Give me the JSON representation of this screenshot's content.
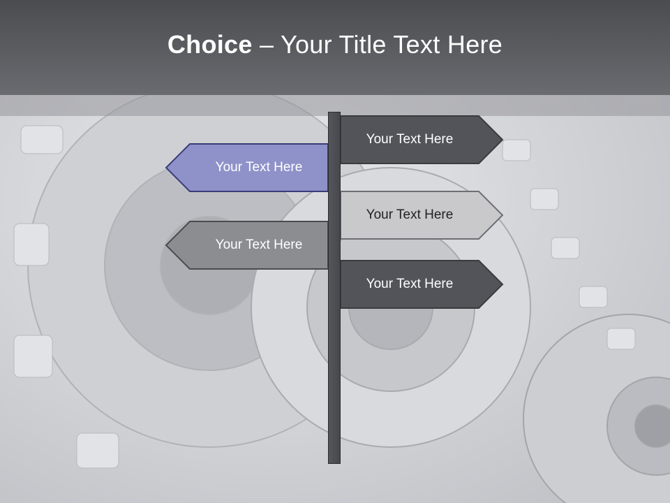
{
  "slide": {
    "title_bold": "Choice",
    "title_rest": " – Your Title Text Here"
  },
  "signs": [
    {
      "label": "Your Text Here",
      "direction": "right",
      "fill": "#53545a"
    },
    {
      "label": "Your Text Here",
      "direction": "left",
      "fill": "#8f92c9"
    },
    {
      "label": "Your Text Here",
      "direction": "right",
      "fill": "#c9c9cc"
    },
    {
      "label": "Your Text Here",
      "direction": "left",
      "fill": "#8c8d91"
    },
    {
      "label": "Your Text Here",
      "direction": "right",
      "fill": "#53545a"
    }
  ],
  "colors": {
    "header": "#5a5b60",
    "pole": "#4d4e52",
    "background": "#d4d5d9"
  }
}
